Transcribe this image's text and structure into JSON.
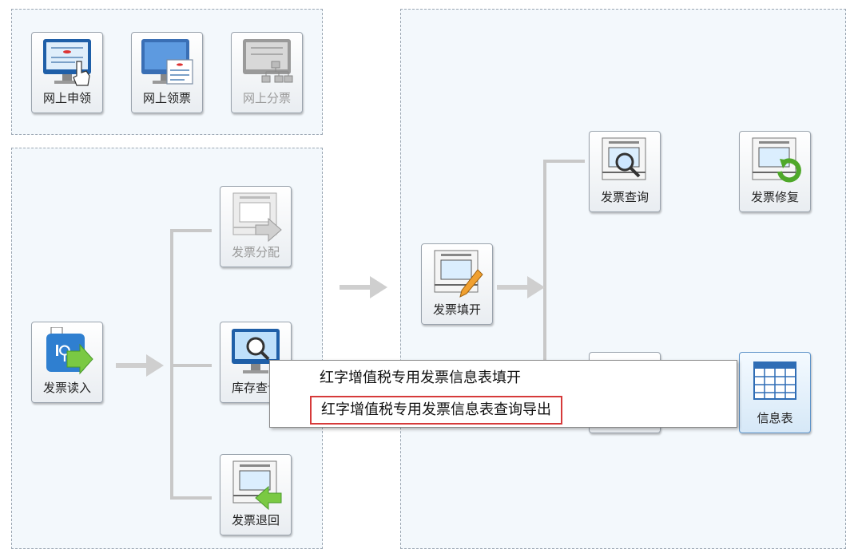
{
  "tiles": {
    "online_apply": "网上申领",
    "online_receive": "网上领票",
    "online_distribute": "网上分票",
    "invoice_read": "发票读入",
    "invoice_allocate": "发票分配",
    "inventory_query": "库存查询",
    "invoice_return": "发票退回",
    "invoice_fill": "发票填开",
    "invoice_query": "发票查询",
    "invoice_repair": "发票修复",
    "info_table": "信息表"
  },
  "context_menu": {
    "items": [
      "红字增值税专用发票信息表填开",
      "红字增值税专用发票信息表查询导出"
    ]
  },
  "colors": {
    "highlight_border": "#d63a3a",
    "panel_bg": "#f3f8fc",
    "connector": "#c8c8c8"
  },
  "icons": [
    "apply-hand-icon",
    "monitor-ticket-icon",
    "distribute-network-icon",
    "usb-read-icon",
    "invoice-allocate-icon",
    "inventory-search-icon",
    "invoice-return-icon",
    "invoice-pen-icon",
    "invoice-search-icon",
    "invoice-repair-icon",
    "table-grid-icon"
  ]
}
